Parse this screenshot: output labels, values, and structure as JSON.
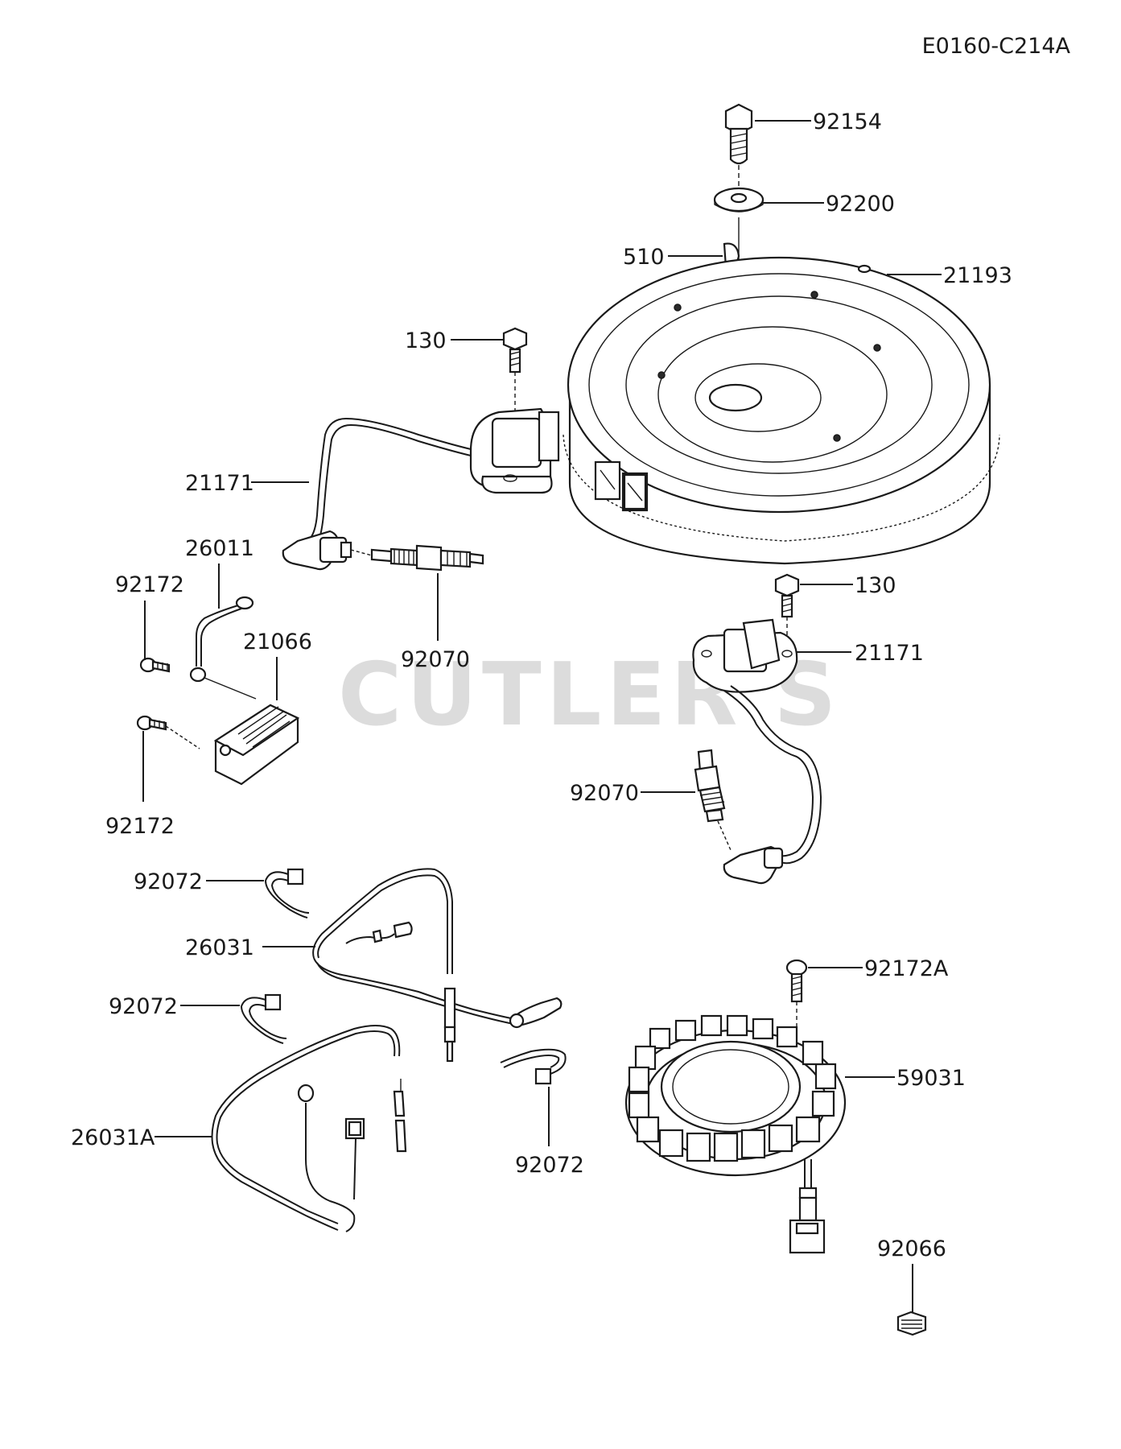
{
  "diagram_code": "E0160-C214A",
  "watermark": "CUTLER'S",
  "callouts": {
    "bolt_top": "92154",
    "washer": "92200",
    "key": "510",
    "flywheel": "21193",
    "screw_coil_1": "130",
    "coil_1": "21171",
    "ground_lead": "26011",
    "screw_reg_top": "92172",
    "regulator": "21066",
    "screw_reg_bottom": "92172",
    "spark_plug_1": "92070",
    "screw_coil_2": "130",
    "coil_2": "21171",
    "spark_plug_2": "92070",
    "clamp_1": "92072",
    "harness": "26031",
    "clamp_2": "92072",
    "harness_a": "26031A",
    "clamp_3": "92072",
    "screw_stator": "92172A",
    "stator": "59031",
    "nut": "92066"
  }
}
